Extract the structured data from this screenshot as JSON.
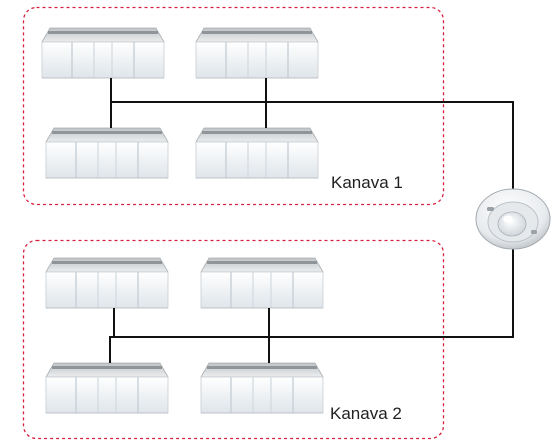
{
  "groups": [
    {
      "label": "Kanava 1",
      "fixture_count": 4
    },
    {
      "label": "Kanava 2",
      "fixture_count": 4
    }
  ],
  "colors": {
    "group_border": "#d9213f",
    "wire": "#111111",
    "fixture_frame": "#dcdcdc",
    "fixture_lens": "#f2f5f7",
    "sensor_body": "#eef0f2"
  },
  "icons": {
    "fixture": "recessed-ceiling-light-icon",
    "sensor": "ceiling-motion-sensor-icon"
  }
}
